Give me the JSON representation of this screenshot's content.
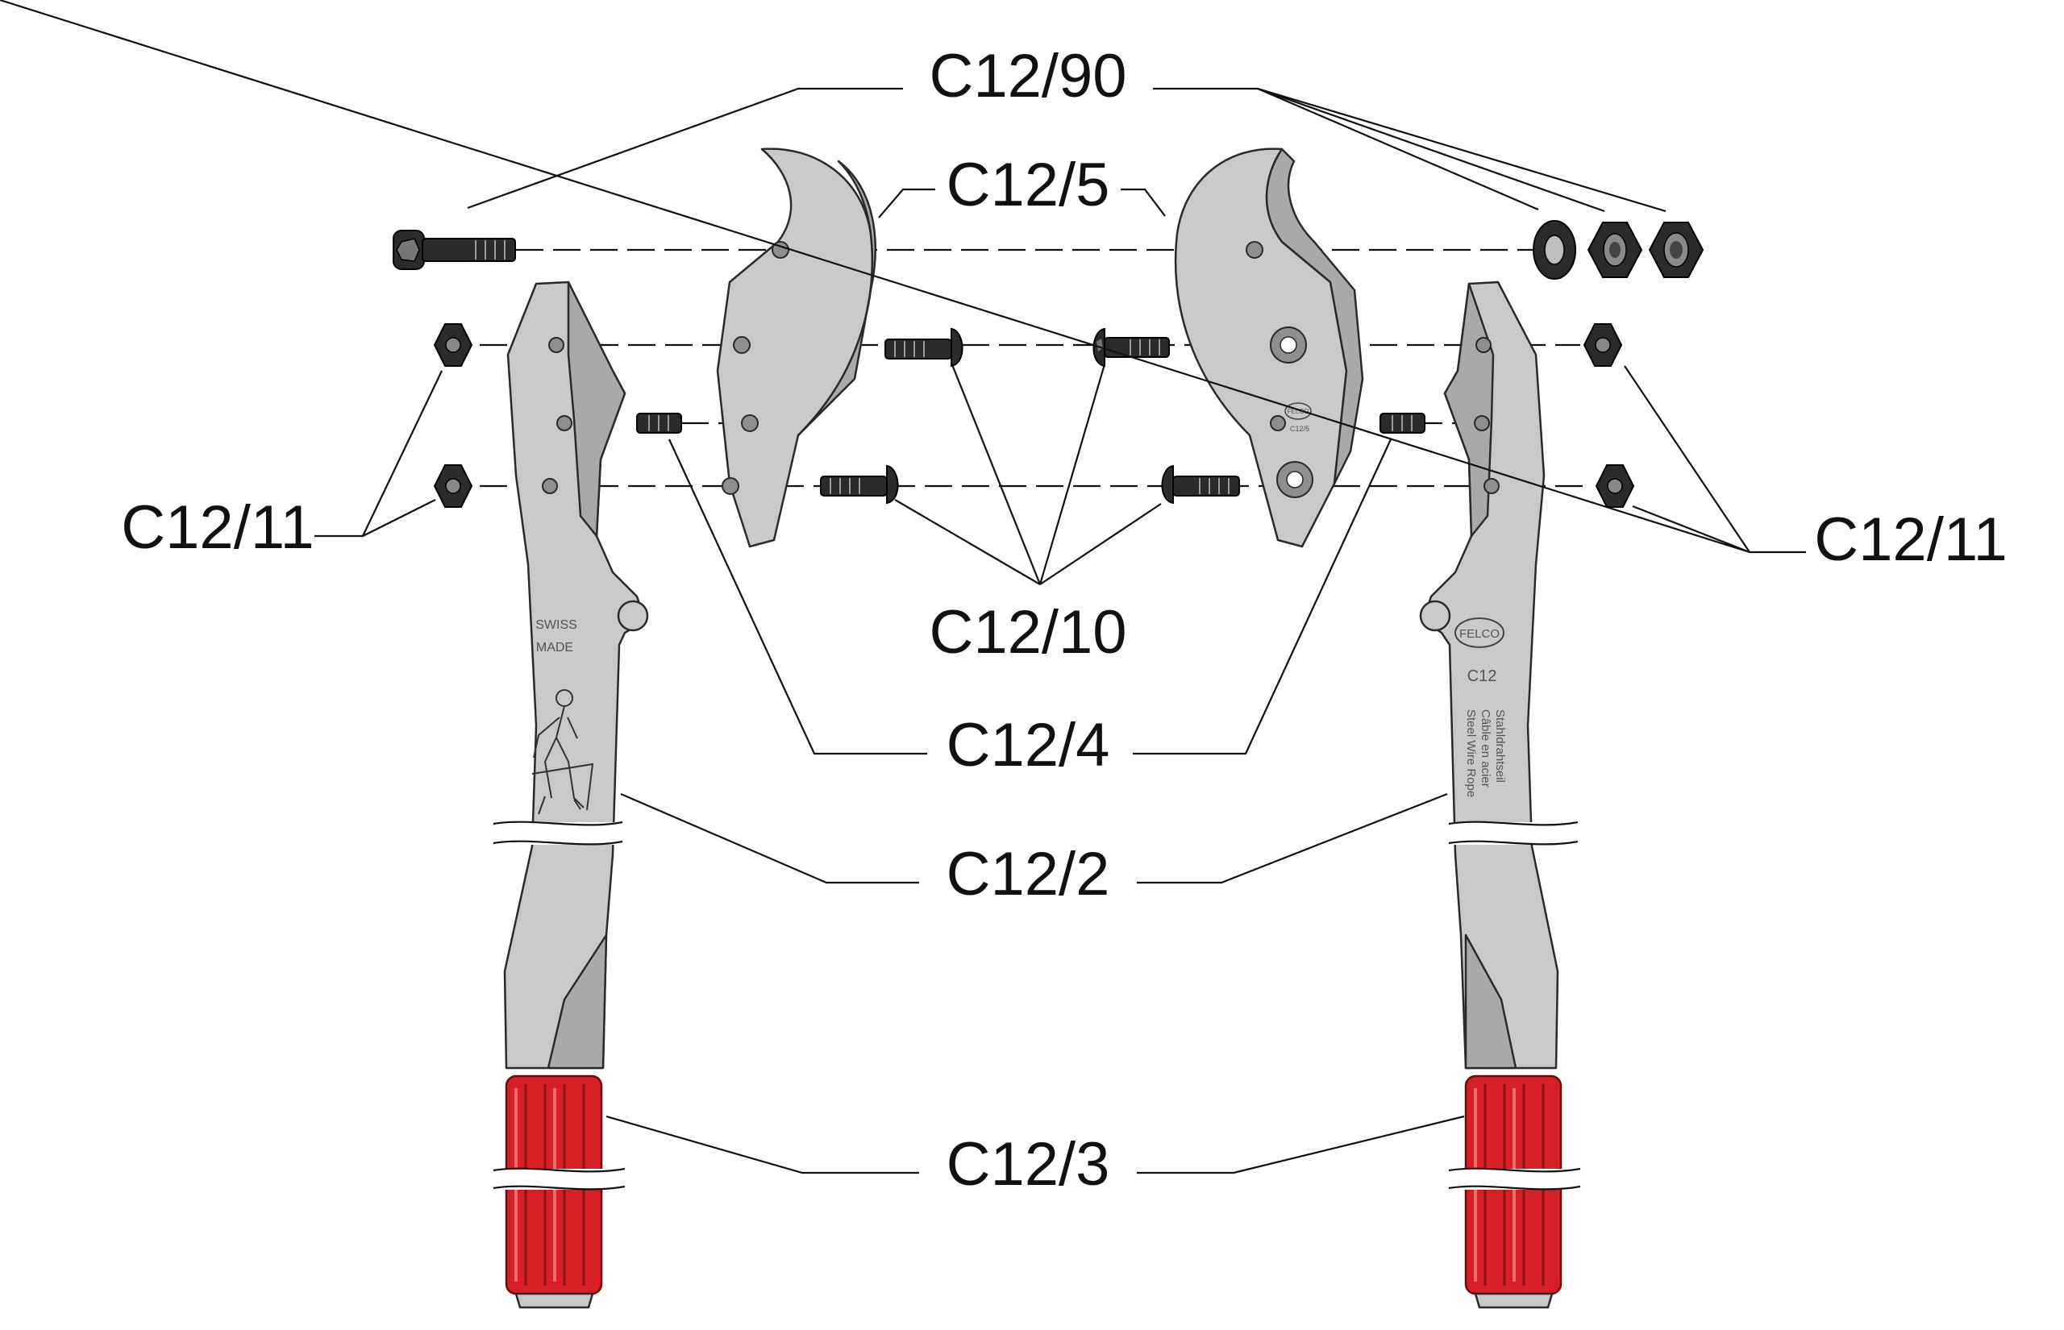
{
  "callouts": {
    "c12_90": "C12/90",
    "c12_5": "C12/5",
    "c12_11_left": "C12/11",
    "c12_11_right": "C12/11",
    "c12_10": "C12/10",
    "c12_4": "C12/4",
    "c12_2": "C12/2",
    "c12_3": "C12/3"
  },
  "markings": {
    "left_handle": [
      "SWISS",
      "MADE"
    ],
    "right_handle_brand": "FELCO",
    "right_handle_model": "C12",
    "right_handle_lines": [
      "Steel Wire Rope",
      "Câble en acier",
      "Stahldrahtseil"
    ],
    "blade_brand": "FELCO",
    "blade_model": "C12/5"
  },
  "colors": {
    "steel": "#c9c9c9",
    "grip": "#d71f26",
    "hardware": "#2b2b2b"
  }
}
